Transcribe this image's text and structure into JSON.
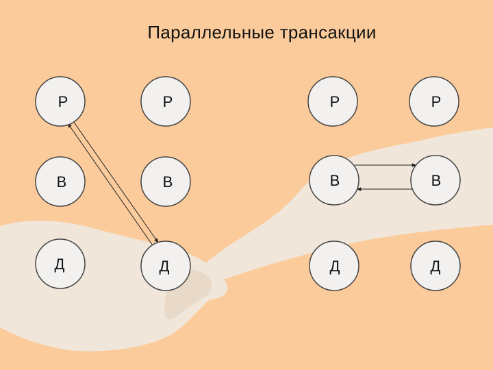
{
  "title": "Параллельные трансакции",
  "nodes": [
    {
      "id": "p1",
      "label": "Р"
    },
    {
      "id": "p2",
      "label": "Р"
    },
    {
      "id": "p3",
      "label": "Р"
    },
    {
      "id": "p4",
      "label": "Р"
    },
    {
      "id": "v1",
      "label": "В"
    },
    {
      "id": "v2",
      "label": "В"
    },
    {
      "id": "v3",
      "label": "В"
    },
    {
      "id": "v4",
      "label": "В"
    },
    {
      "id": "d1",
      "label": "Д"
    },
    {
      "id": "d2",
      "label": "Д"
    },
    {
      "id": "d3",
      "label": "Д"
    },
    {
      "id": "d4",
      "label": "Д"
    }
  ],
  "edges": [
    {
      "from": "p1",
      "to": "d2"
    },
    {
      "from": "d2",
      "to": "p1"
    },
    {
      "from": "v3",
      "to": "v4"
    },
    {
      "from": "v4",
      "to": "v3"
    }
  ],
  "colors": {
    "background": "#FBCB9B",
    "hands": "#F1E6DA",
    "node_fill": "#F2F1F0",
    "stroke": "#444444"
  }
}
